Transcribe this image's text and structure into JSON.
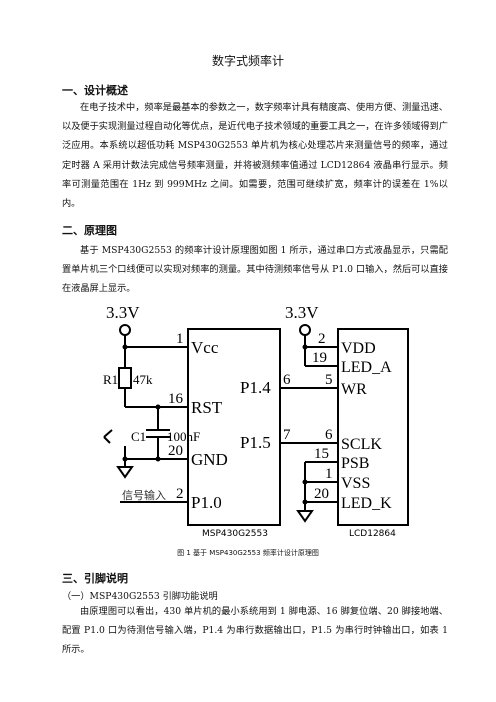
{
  "doc": {
    "title": "数字式频率计",
    "s1_heading": "一、设计概述",
    "s1_para": "在电子技术中，频率是最基本的参数之一，数字频率计具有精度高、使用方便、测量迅速、以及便于实现测量过程自动化等优点，是近代电子技术领域的重要工具之一，在许多领域得到广泛应用。本系统以超低功耗 MSP430G2553 单片机为核心处理芯片来测量信号的频率，通过定时器 A 采用计数法完成信号频率测量，并将被测频率值通过 LCD12864 液晶串行显示。频率可测量范围在 1Hz 到 999MHz 之间。如需要，范围可继续扩宽，频率计的误差在 1%以内。",
    "s2_heading": "二、原理图",
    "s2_para": "基于 MSP430G2553 的频率计设计原理图如图 1 所示，通过串口方式液晶显示，只需配置单片机三个口线便可以实现对频率的测量。其中待测频率信号从 P1.0 口输入，然后可以直接在液晶屏上显示。",
    "fig_caption": "图 1  基于 MSP430G2553 频率计设计原理图",
    "s3_heading": "三、引脚说明",
    "s3_sub": "（一）MSP430G2553 引脚功能说明",
    "s3_para": "由原理图可以看出，430 单片机的最小系统用到 1 脚电源、16 脚复位端、20 脚接地端、配置 P1.0 口为待测信号输入端，P1.4 为串行数据输出口，P1.5 为串行时钟输出口，如表 1 所示。"
  },
  "schematic": {
    "vcc_left": "3.3V",
    "vcc_right": "3.3V",
    "mcu_name": "MSP430G2553",
    "lcd_name": "LCD12864",
    "r1_label": "R1",
    "r1_value": "47k",
    "c1_label": "C1",
    "c1_value": "100nF",
    "signal_label": "信号输入",
    "mcu_pins": [
      {
        "num": "1",
        "name": "Vcc"
      },
      {
        "num": "16",
        "name": "RST"
      },
      {
        "num": "20",
        "name": "GND"
      },
      {
        "num": "2",
        "name": "P1.0"
      },
      {
        "num": "6",
        "name": "P1.4"
      },
      {
        "num": "7",
        "name": "P1.5"
      }
    ],
    "lcd_pins": [
      {
        "num": "2",
        "name": "VDD"
      },
      {
        "num": "19",
        "name": "LED_A"
      },
      {
        "num": "5",
        "name": "WR"
      },
      {
        "num": "6",
        "name": "SCLK"
      },
      {
        "num": "15",
        "name": "PSB"
      },
      {
        "num": "1",
        "name": "VSS"
      },
      {
        "num": "20",
        "name": "LED_K"
      }
    ]
  }
}
